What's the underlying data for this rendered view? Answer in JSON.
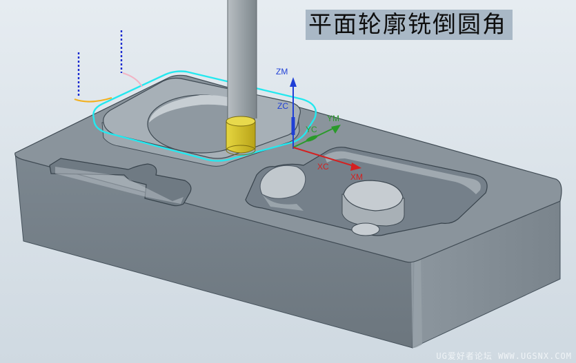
{
  "title": "平面轮廓铣倒圆角",
  "axes": {
    "zm": "ZM",
    "zc": "ZC",
    "ym": "YM",
    "yc": "YC",
    "xc": "XC",
    "xm": "XM"
  },
  "watermark": "UG爱好者论坛 WWW.UGSNX.COM",
  "colors": {
    "background": "#dde5eb",
    "part_face": "#7f8a93",
    "toolpath": "#24e8ef",
    "tool_body": "#9aa2a7",
    "tool_tip": "#d6c12a",
    "z_axis": "#1f3fd6",
    "y_axis": "#2a9a2a",
    "x_axis": "#d42020"
  }
}
